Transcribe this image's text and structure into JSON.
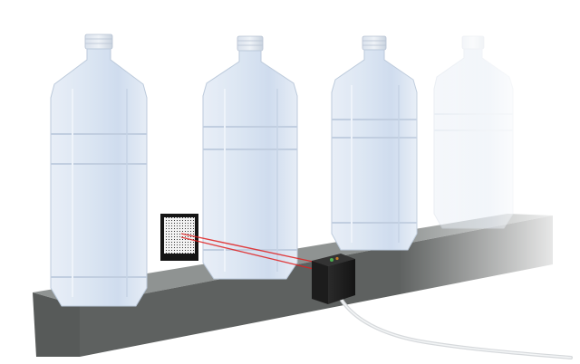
{
  "scene": {
    "subject": "bottles-on-conveyor-with-laser-sensor",
    "colors": {
      "background": "#ffffff",
      "conveyor_top": "#8e9190",
      "conveyor_front": "#555857",
      "bottle_fill": "#dbe5f2",
      "bottle_edge": "#b9c6d8",
      "cap_ring": "#c7d1de",
      "laser": "#e02020",
      "sensor_body": "#1e1e1e",
      "cable": "#d9dcdf",
      "reflector_frame": "#151515",
      "reflector_grid": "#f4f4f4"
    },
    "bottles": [
      {
        "id": "bottle-1",
        "faded": false
      },
      {
        "id": "bottle-2",
        "faded": false
      },
      {
        "id": "bottle-3",
        "faded": false
      },
      {
        "id": "bottle-4",
        "faded": true
      }
    ],
    "sensor": {
      "indicator_color": "#4caf50"
    },
    "reflector": {
      "pattern": "grid"
    }
  }
}
